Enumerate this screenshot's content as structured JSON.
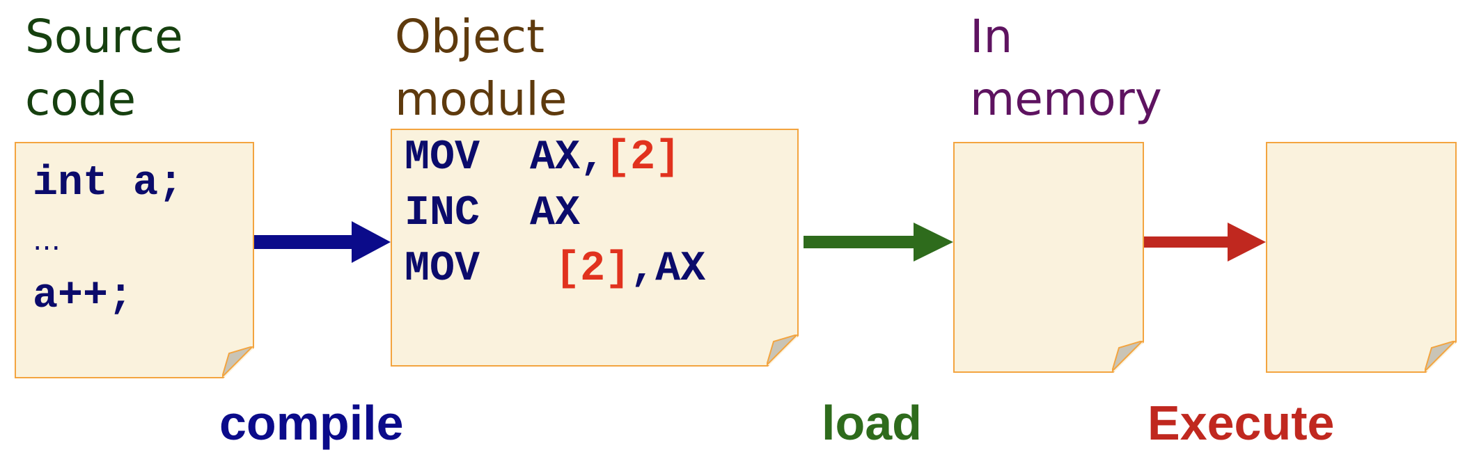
{
  "headings": {
    "source": [
      "Source",
      "code"
    ],
    "object": [
      "Object",
      "module"
    ],
    "memory": [
      "In",
      "memory"
    ]
  },
  "source_code": {
    "line1": "int a;",
    "line2": "…",
    "line3": "a++;"
  },
  "object_code": [
    {
      "op": "MOV",
      "args_pre": "AX,",
      "args_red": "[2]",
      "args_post": ""
    },
    {
      "op": "INC",
      "args_pre": "AX",
      "args_red": "",
      "args_post": ""
    },
    {
      "op": "MOV",
      "args_pre": "",
      "args_red": "[2]",
      "args_post": ",AX"
    }
  ],
  "steps": {
    "compile": "compile",
    "load": "load",
    "execute": "Execute"
  },
  "colors": {
    "compile": "#0b0b8a",
    "load": "#2e6b1c",
    "execute": "#c0281f",
    "note_fill": "#faf2dd",
    "note_border": "#f3a43f",
    "code": "#0b0b6b",
    "code_highlight": "#e1321e"
  }
}
